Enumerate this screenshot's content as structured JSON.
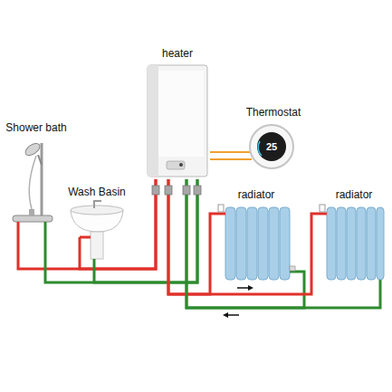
{
  "diagram": {
    "nodes": [
      {
        "text": [
          "heater"
        ]
      },
      {
        "text": [
          "Thermostat"
        ]
      },
      {
        "text": [
          "Shower bath"
        ]
      },
      {
        "text": [
          "Wash Basin"
        ]
      },
      {
        "text": [
          "radiator"
        ]
      },
      {
        "text": [
          "radiator"
        ]
      }
    ],
    "edges": [
      {
        "from": 0,
        "to": 1,
        "arrow": "none"
      },
      {
        "from": 0,
        "to": 2,
        "arrow": "none"
      },
      {
        "from": 0,
        "to": 3,
        "arrow": "none"
      },
      {
        "from": 0,
        "to": 4,
        "arrow": "none"
      },
      {
        "from": 0,
        "to": 5,
        "arrow": "none"
      }
    ],
    "labels": [
      "25"
    ]
  }
}
